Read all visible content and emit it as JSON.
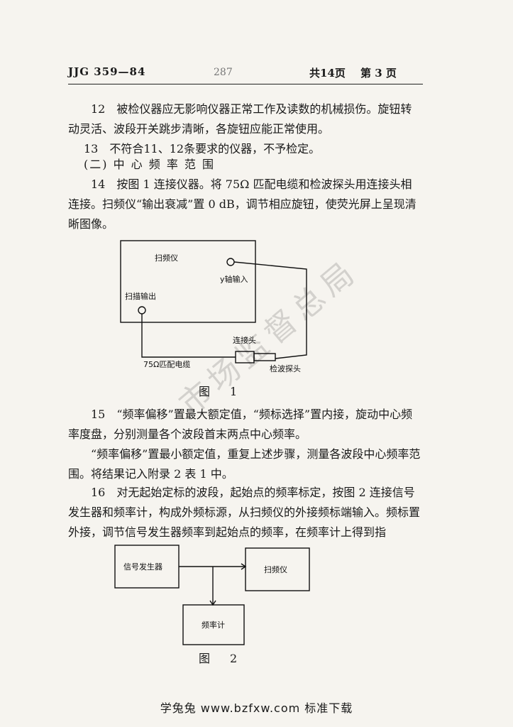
{
  "header": {
    "standard": "JJG 359—84",
    "page_mark": "287",
    "total_pages": "共14页",
    "current_page": "第 3 页"
  },
  "body": {
    "p12": "12　被检仪器应无影响仪器正常工作及读数的机械损伤。旋钮转动灵活、波段开关跳步清晰，各旋钮应能正常使用。",
    "p13": "13　不符合11、12条要求的仪器，不予检定。",
    "section": "(二) 中 心 频 率 范 围",
    "p14": "14　按图 1 连接仪器。将 75Ω 匹配电缆和检波探头用连接头相连接。扫频仪“输出衰减”置 0 dB，调节相应旋钮，使荧光屏上呈现清晰图像。",
    "p15": "15　“频率偏移”置最大额定值，“频标选择”置内接，旋动中心频率度盘，分别测量各个波段首末两点中心频率。",
    "p15b": "“频率偏移”置最小额定值，重复上述步骤，测量各波段中心频率范围。将结果记入附录 2 表 1 中。",
    "p16": "16　对无起始定标的波段，起始点的频率标定，按图 2 连接信号发生器和频率计，构成外频标源，从扫频仪的外接频标端输入。频标置外接，调节信号发生器频率到起始点的频率，在频率计上得到指"
  },
  "figure1": {
    "caption": "图　1",
    "sweeper": "扫频仪",
    "y_input": "y轴输入",
    "sweep_output": "扫描输出",
    "connector": "连接头",
    "cable": "75Ω匹配电缆",
    "probe": "检波探头"
  },
  "figure2": {
    "caption": "图　2",
    "signal_generator": "信号发生器",
    "sweeper": "扫频仪",
    "frequency_counter": "频率计"
  },
  "watermark": "市场监督总局",
  "footer": "学兔兔 www.bzfxw.com 标准下载"
}
